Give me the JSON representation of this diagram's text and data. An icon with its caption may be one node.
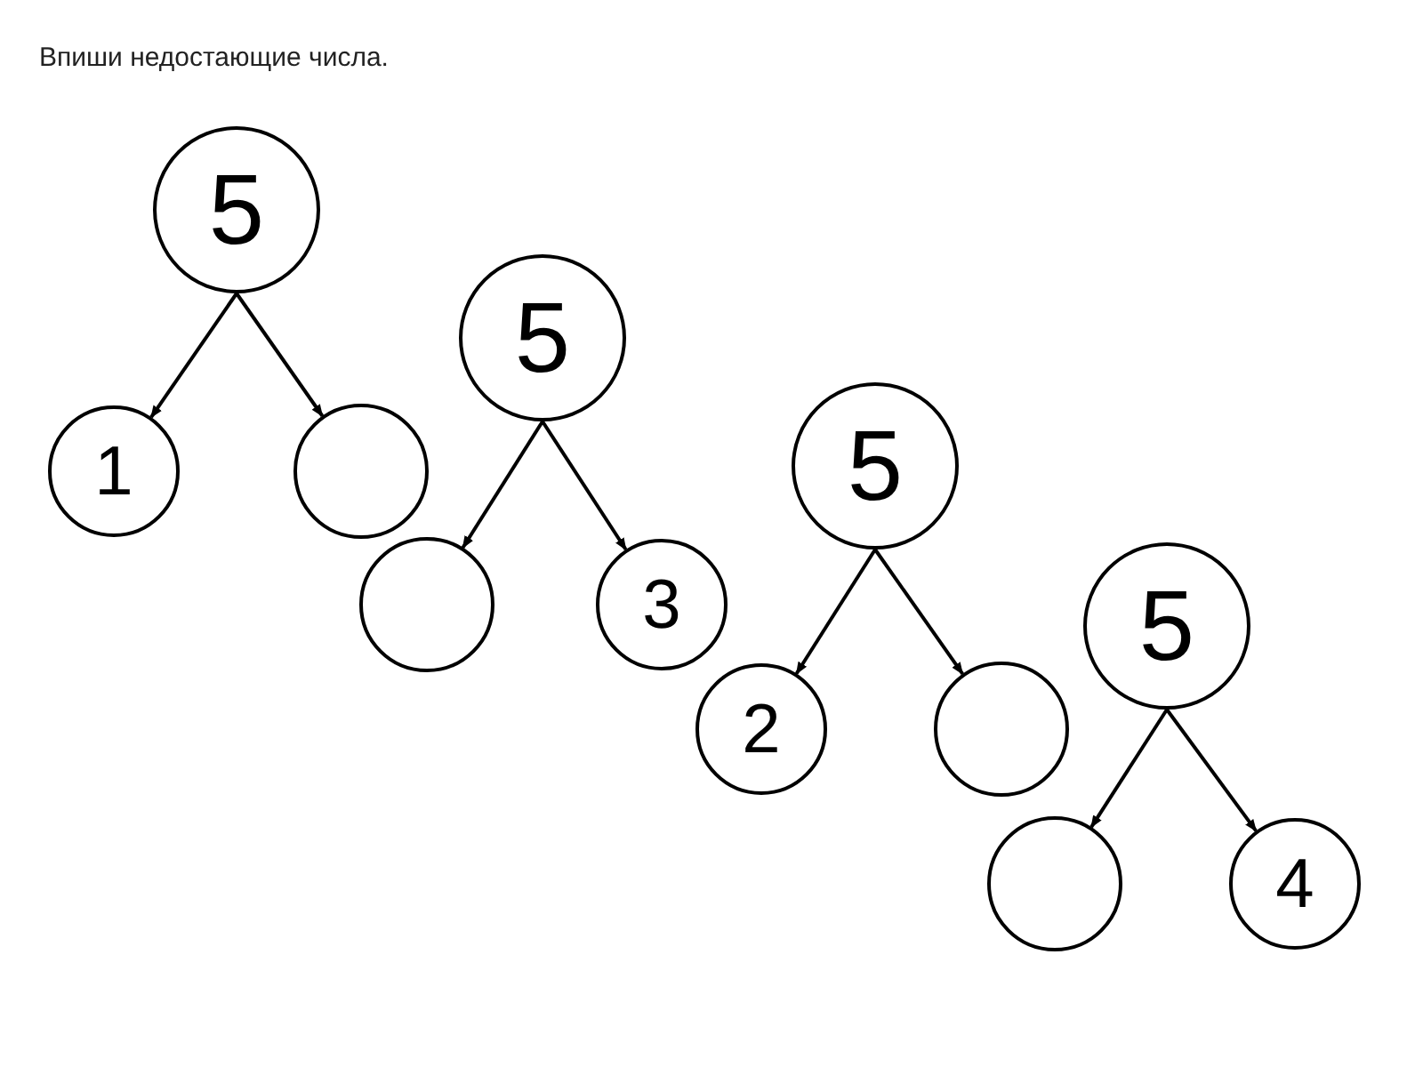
{
  "diagram": {
    "title": "Впиши недостающие числа.",
    "nodes": [
      {
        "text": [
          "5"
        ]
      },
      {
        "text": [
          "1"
        ]
      },
      {
        "text": [],
        "shape": "circle"
      },
      {
        "text": [
          "5"
        ]
      },
      {
        "text": [],
        "shape": "circle"
      },
      {
        "text": [
          "3"
        ]
      },
      {
        "text": [
          "5"
        ]
      },
      {
        "text": [
          "2"
        ]
      },
      {
        "text": [],
        "shape": "circle"
      },
      {
        "text": [
          "5"
        ]
      },
      {
        "text": [],
        "shape": "circle"
      },
      {
        "text": [
          "4"
        ]
      }
    ],
    "edges": [
      {
        "from": 0,
        "to": 1,
        "arrow": "to"
      },
      {
        "from": 0,
        "to": 2,
        "arrow": "to"
      },
      {
        "from": 3,
        "to": 4,
        "arrow": "to"
      },
      {
        "from": 3,
        "to": 5,
        "arrow": "to"
      },
      {
        "from": 6,
        "to": 7,
        "arrow": "to"
      },
      {
        "from": 6,
        "to": 8,
        "arrow": "to"
      },
      {
        "from": 9,
        "to": 10,
        "arrow": "to"
      },
      {
        "from": 9,
        "to": 11,
        "arrow": "to"
      }
    ]
  }
}
